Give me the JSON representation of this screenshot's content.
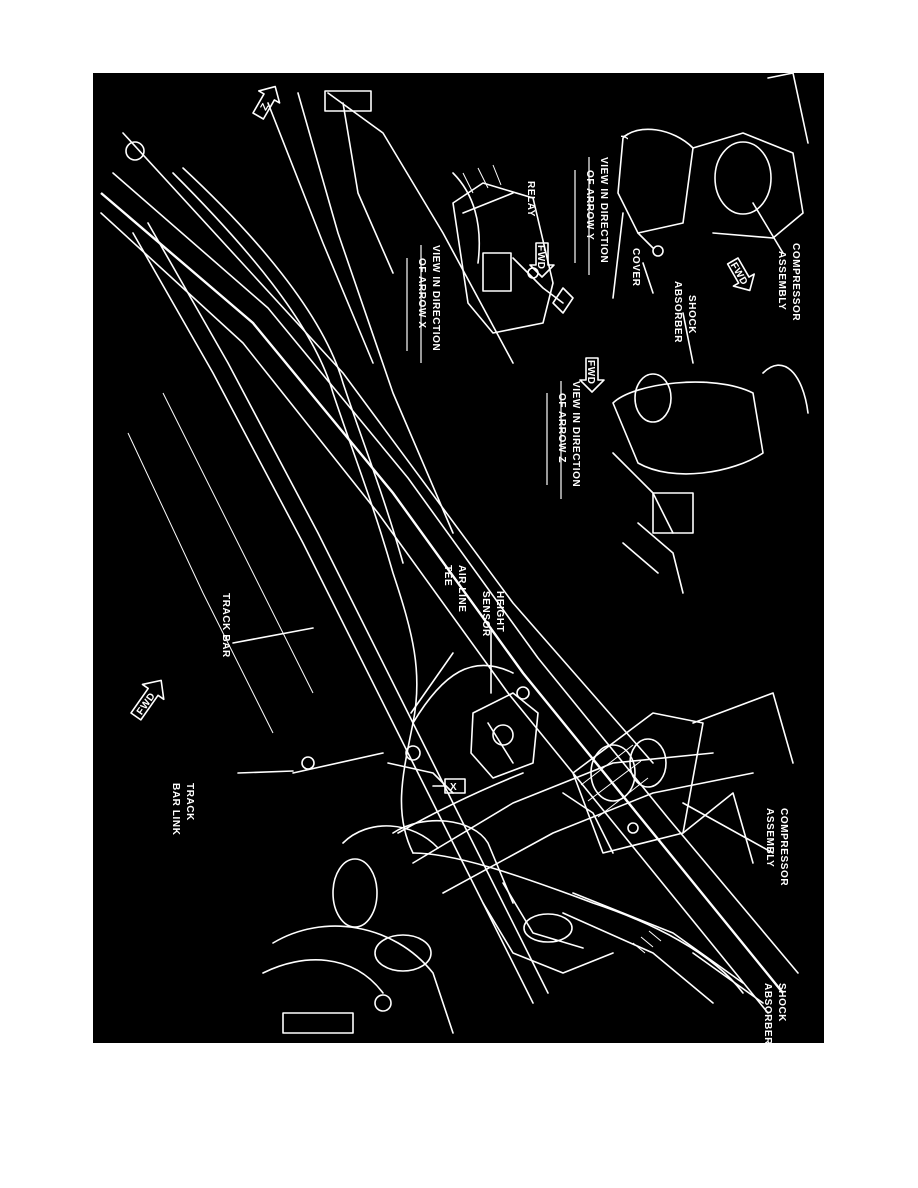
{
  "figure": {
    "background_color": "#000000",
    "line_color": "#ffffff",
    "page_color": "#ffffff"
  },
  "labels": {
    "track_bar": "TRACK BAR",
    "track_bar_link_1": "TRACK",
    "track_bar_link_2": "BAR LINK",
    "air_line_tee_1": "AIR LINE",
    "air_line_tee_2": "TEE",
    "height_sensor_1": "HEIGHT",
    "height_sensor_2": "SENSOR",
    "compressor_main_1": "COMPRESSOR",
    "compressor_main_2": "ASSEMBLY",
    "shock_main_1": "SHOCK",
    "shock_main_2": "ABSORBER",
    "relay": "RELAY",
    "view_x_1": "VIEW IN DIRECTION",
    "view_x_2": "OF ARROW X",
    "view_y_1": "VIEW IN DIRECTION",
    "view_y_2": "OF ARROW Y",
    "view_z_1": "VIEW IN DIRECTION",
    "view_z_2": "OF ARROW Z",
    "cover": "COVER",
    "shock_inset_1": "SHOCK",
    "shock_inset_2": "ABSORBER",
    "compressor_inset_1": "COMPRESSOR",
    "compressor_inset_2": "ASSEMBLY",
    "fwd": "FWD",
    "arrow_x": "X",
    "arrow_y": "Y",
    "arrow_z": "Z"
  }
}
